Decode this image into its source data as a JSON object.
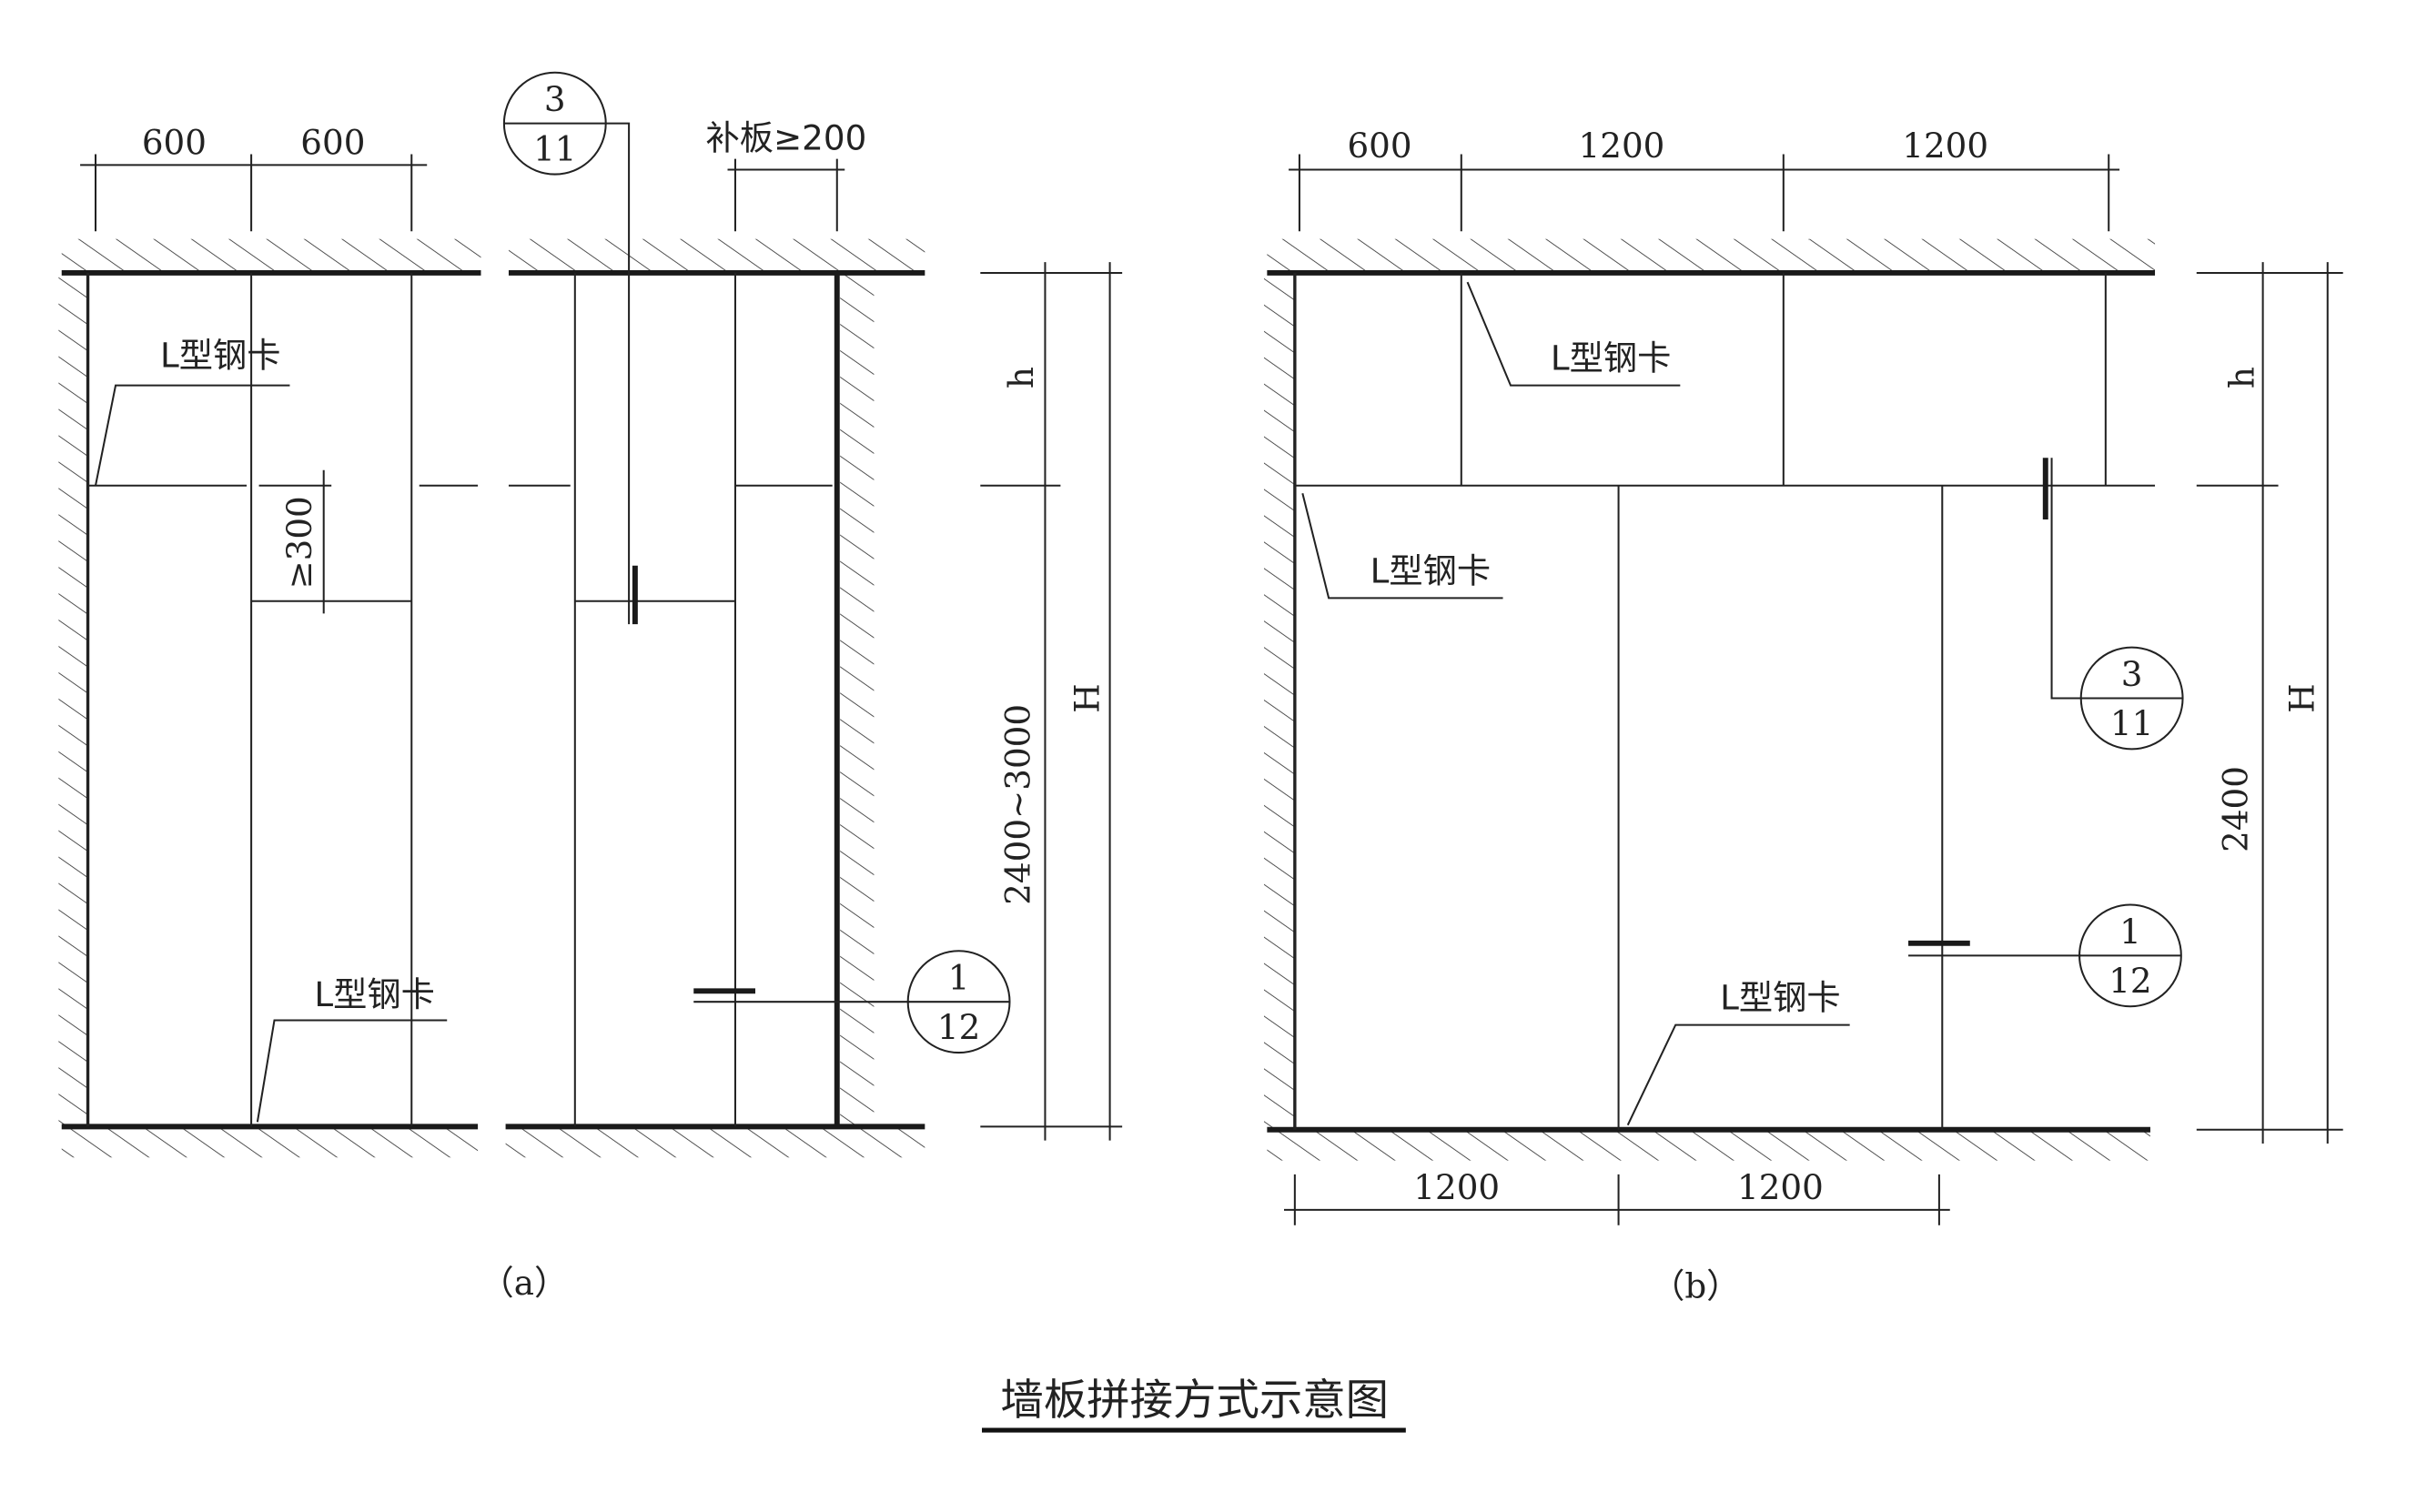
{
  "title": "墙板拼接方式示意图",
  "clip_label": "L型钢卡",
  "diagram_a": {
    "caption": "（a）",
    "top_dims": [
      "600",
      "600"
    ],
    "filler_dim": "补板≥200",
    "min_offset": "≥300",
    "height_range": "2400~3000",
    "h_label": "h",
    "H_label": "H",
    "callout_top": {
      "num": "3",
      "sheet": "11"
    },
    "callout_bottom": {
      "num": "1",
      "sheet": "12"
    }
  },
  "diagram_b": {
    "caption": "（b）",
    "top_dims": [
      "600",
      "1200",
      "1200"
    ],
    "bottom_dims": [
      "1200",
      "1200"
    ],
    "height": "2400",
    "h_label": "h",
    "H_label": "H",
    "callout_top": {
      "num": "3",
      "sheet": "11"
    },
    "callout_bottom": {
      "num": "1",
      "sheet": "12"
    }
  }
}
